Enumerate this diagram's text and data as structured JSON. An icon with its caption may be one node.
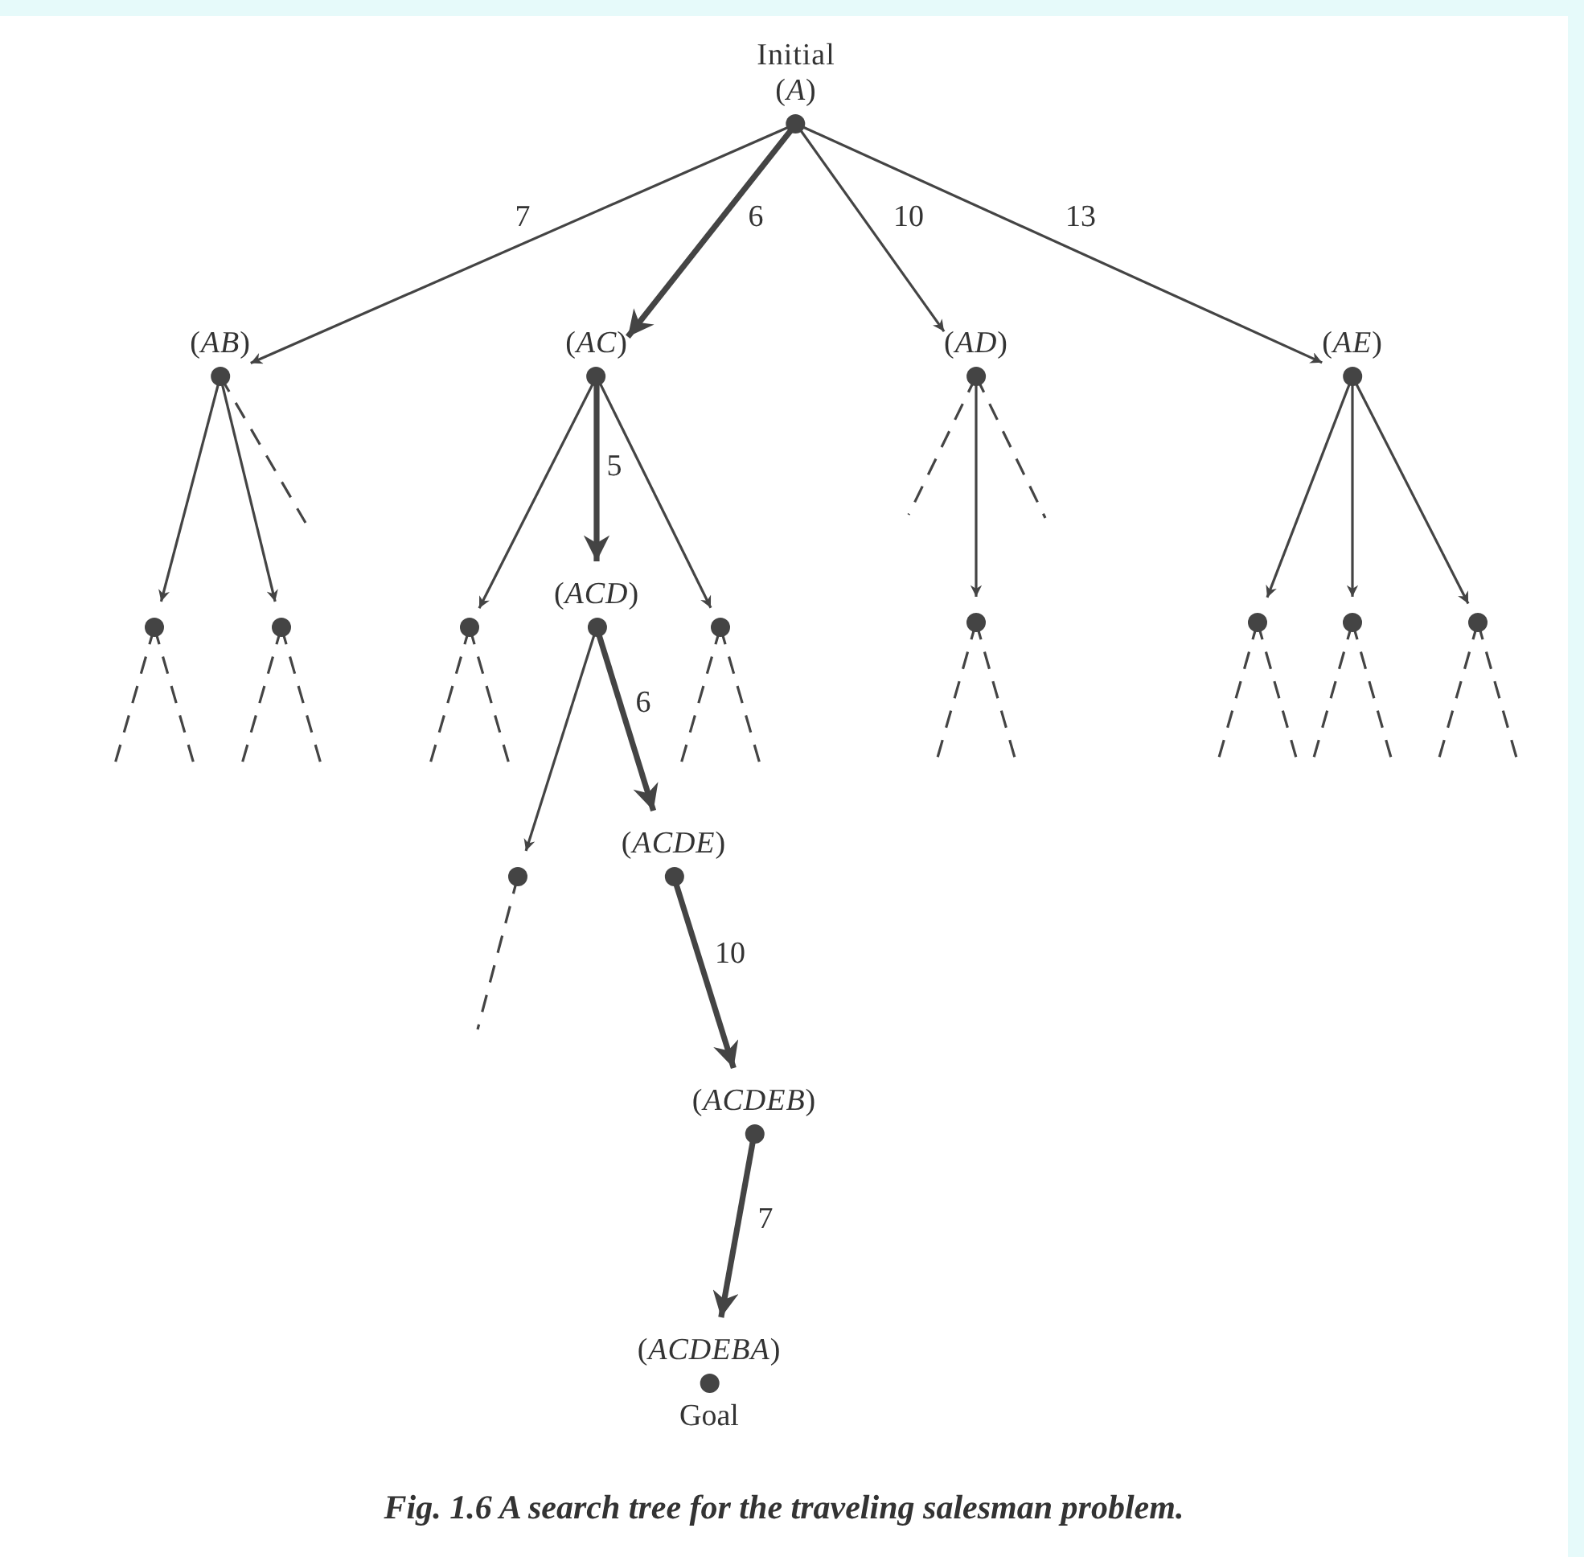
{
  "diagram": {
    "caption": "Fig. 1.6 A search tree for the traveling salesman problem.",
    "nodes": [
      {
        "text": [
          "Initial",
          "(*A*)"
        ]
      },
      {
        "text": [
          "(*AB*)"
        ]
      },
      {
        "text": [
          "(*AC*)"
        ]
      },
      {
        "text": [
          "(*AD*)"
        ]
      },
      {
        "text": [
          "(*AE*)"
        ]
      },
      {
        "text": [],
        "shape": "circle"
      },
      {
        "text": [],
        "shape": "circle"
      },
      {
        "text": [],
        "shape": "circle"
      },
      {
        "text": [
          "(*ACD*)"
        ]
      },
      {
        "text": [],
        "shape": "circle"
      },
      {
        "text": [],
        "shape": "circle"
      },
      {
        "text": [],
        "shape": "circle"
      },
      {
        "text": [],
        "shape": "circle"
      },
      {
        "text": [],
        "shape": "circle"
      },
      {
        "text": [],
        "shape": "circle"
      },
      {
        "text": [
          "(*ACDE*)"
        ]
      },
      {
        "text": [
          "(*ACDEB*)"
        ]
      },
      {
        "text": [
          "(*ACDEBA*)"
        ],
        "beside": [
          "Goal"
        ]
      }
    ],
    "edges": [
      {
        "from": 0,
        "to": 1,
        "arrow": "to",
        "label": "7"
      },
      {
        "from": 0,
        "to": 2,
        "arrow": "to",
        "label": "6",
        "style": "thick"
      },
      {
        "from": 0,
        "to": 3,
        "arrow": "to",
        "label": "10"
      },
      {
        "from": 0,
        "to": 4,
        "arrow": "to",
        "label": "13"
      },
      {
        "from": 1,
        "to": 5,
        "arrow": "to"
      },
      {
        "from": 1,
        "to": 6,
        "arrow": "to"
      },
      {
        "from": 1,
        "to": null,
        "arrow": "none",
        "style": "dashed"
      },
      {
        "from": 2,
        "to": 7,
        "arrow": "to"
      },
      {
        "from": 2,
        "to": 8,
        "arrow": "to",
        "label": "5",
        "style": "thick"
      },
      {
        "from": 2,
        "to": 9,
        "arrow": "to"
      },
      {
        "from": 3,
        "to": null,
        "arrow": "none",
        "style": "dashed"
      },
      {
        "from": 3,
        "to": 10,
        "arrow": "to"
      },
      {
        "from": 3,
        "to": null,
        "arrow": "none",
        "style": "dashed"
      },
      {
        "from": 4,
        "to": 11,
        "arrow": "to"
      },
      {
        "from": 4,
        "to": 12,
        "arrow": "to"
      },
      {
        "from": 4,
        "to": 13,
        "arrow": "to"
      },
      {
        "from": 5,
        "to": null,
        "arrow": "none",
        "style": "dashed"
      },
      {
        "from": 5,
        "to": null,
        "arrow": "none",
        "style": "dashed"
      },
      {
        "from": 6,
        "to": null,
        "arrow": "none",
        "style": "dashed"
      },
      {
        "from": 6,
        "to": null,
        "arrow": "none",
        "style": "dashed"
      },
      {
        "from": 7,
        "to": null,
        "arrow": "none",
        "style": "dashed"
      },
      {
        "from": 7,
        "to": null,
        "arrow": "none",
        "style": "dashed"
      },
      {
        "from": 8,
        "to": 14,
        "arrow": "to"
      },
      {
        "from": 8,
        "to": 15,
        "arrow": "to",
        "label": "6",
        "style": "thick"
      },
      {
        "from": 9,
        "to": null,
        "arrow": "none",
        "style": "dashed"
      },
      {
        "from": 9,
        "to": null,
        "arrow": "none",
        "style": "dashed"
      },
      {
        "from": 10,
        "to": null,
        "arrow": "none",
        "style": "dashed"
      },
      {
        "from": 10,
        "to": null,
        "arrow": "none",
        "style": "dashed"
      },
      {
        "from": 11,
        "to": null,
        "arrow": "none",
        "style": "dashed"
      },
      {
        "from": 11,
        "to": null,
        "arrow": "none",
        "style": "dashed"
      },
      {
        "from": 12,
        "to": null,
        "arrow": "none",
        "style": "dashed"
      },
      {
        "from": 12,
        "to": null,
        "arrow": "none",
        "style": "dashed"
      },
      {
        "from": 13,
        "to": null,
        "arrow": "none",
        "style": "dashed"
      },
      {
        "from": 13,
        "to": null,
        "arrow": "none",
        "style": "dashed"
      },
      {
        "from": 14,
        "to": null,
        "arrow": "none",
        "style": "dashed"
      },
      {
        "from": 15,
        "to": 16,
        "arrow": "to",
        "label": "10",
        "style": "thick"
      },
      {
        "from": 16,
        "to": 17,
        "arrow": "to",
        "label": "7",
        "style": "thick"
      }
    ]
  }
}
